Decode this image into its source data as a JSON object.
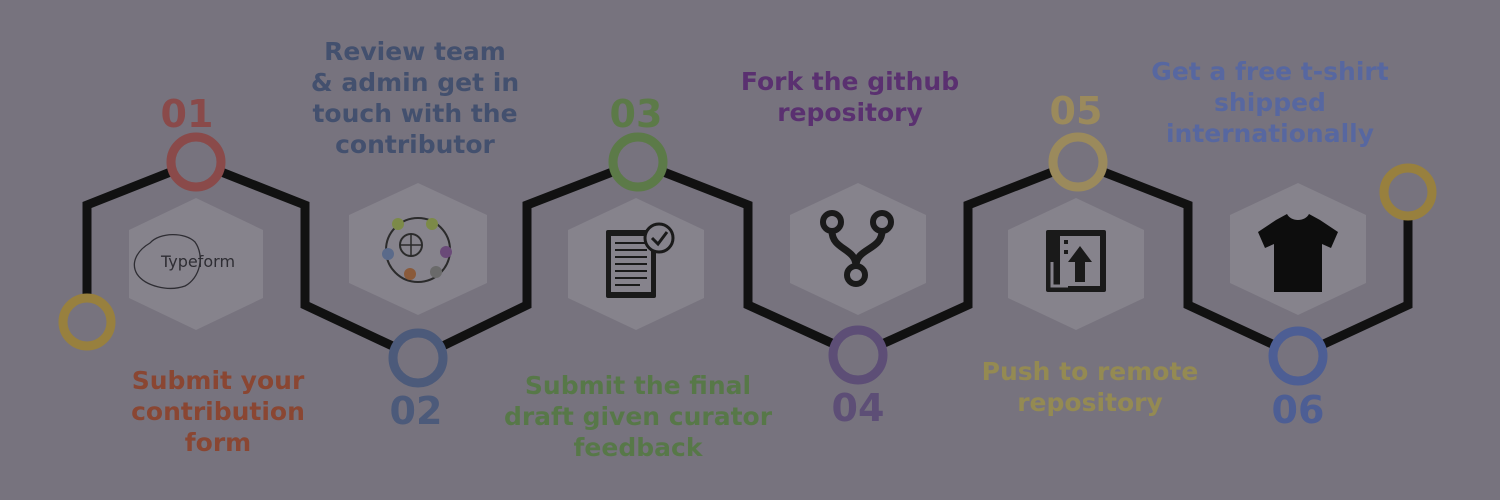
{
  "steps": [
    {
      "number": "01",
      "caption": [
        "Submit your",
        "contribution",
        "form"
      ],
      "icon": "typeform-logo-icon",
      "logo_text": "Typeform",
      "color": "#8a4a4a",
      "caption_color": "#8a4632"
    },
    {
      "number": "02",
      "caption": [
        "Review team",
        "& admin get in",
        "touch with the",
        "contributor"
      ],
      "icon": "team-network-icon",
      "color": "#4c5a7a",
      "caption_color": "#43506e"
    },
    {
      "number": "03",
      "caption": [
        "Submit the final",
        "draft given curator",
        "feedback"
      ],
      "icon": "document-check-icon",
      "color": "#5c7a48",
      "caption_color": "#577848"
    },
    {
      "number": "04",
      "caption": [
        "Fork the github",
        "repository"
      ],
      "icon": "git-fork-icon",
      "color": "#5d4e76",
      "caption_color": "#5a3070"
    },
    {
      "number": "05",
      "caption": [
        "Push to remote",
        "repository"
      ],
      "icon": "push-upload-icon",
      "color": "#9b8a5c",
      "caption_color": "#948a52"
    },
    {
      "number": "06",
      "caption": [
        "Get a free t-shirt",
        "shipped",
        "internationally"
      ],
      "icon": "tshirt-icon",
      "color": "#4d5e94",
      "caption_color": "#5767a0"
    }
  ],
  "colors": {
    "background": "#77737e",
    "track": "#111111",
    "hexagon": "#86838c",
    "start_ring": "#98803e",
    "end_ring": "#98803e"
  }
}
